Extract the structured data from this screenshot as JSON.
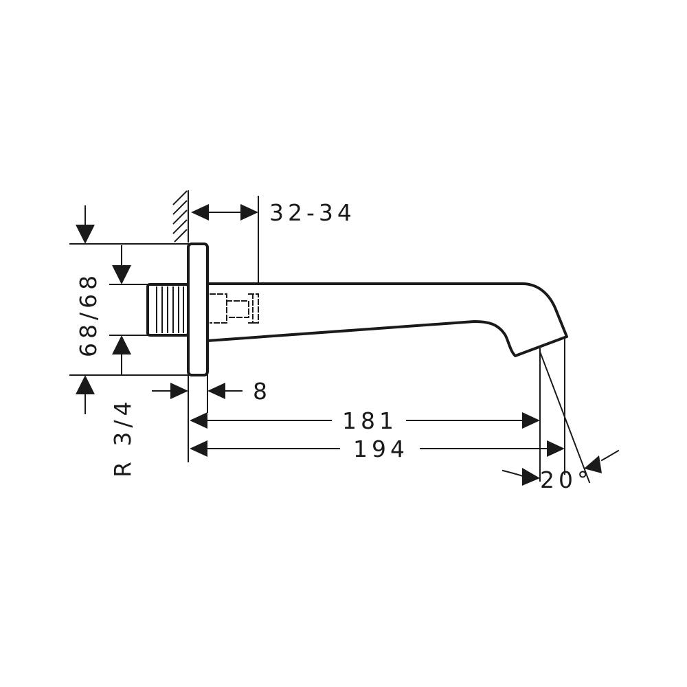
{
  "dimensions": {
    "wall_depth": "32-34",
    "height": "68/68",
    "flange_thickness": "8",
    "thread": "R 3/4",
    "outlet_distance": "181",
    "total_length": "194",
    "angle": "20°"
  },
  "colors": {
    "line": "#1a1a1a",
    "background": "#ffffff"
  }
}
